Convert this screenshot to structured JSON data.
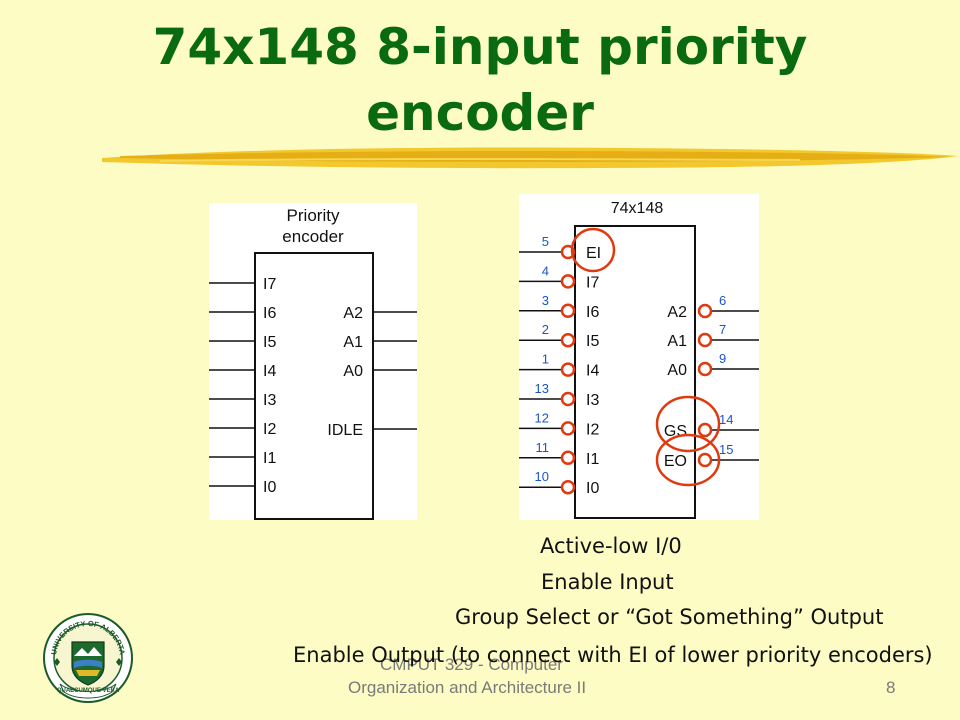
{
  "slide": {
    "title_line1": "74x148 8-input priority",
    "title_line2": "encoder",
    "slide_number": "8",
    "footer_line1": "CMPUT 329 - Computer",
    "footer_line2": "Organization and Architecture II"
  },
  "left_diagram": {
    "label_line1": "Priority",
    "label_line2": "encoder",
    "inputs": [
      "I7",
      "I6",
      "I5",
      "I4",
      "I3",
      "I2",
      "I1",
      "I0"
    ],
    "outputs": [
      "A2",
      "A1",
      "A0",
      "IDLE"
    ]
  },
  "right_diagram": {
    "chip_name": "74x148",
    "inputs": [
      {
        "name": "EI",
        "pin": "5"
      },
      {
        "name": "I7",
        "pin": "4"
      },
      {
        "name": "I6",
        "pin": "3"
      },
      {
        "name": "I5",
        "pin": "2"
      },
      {
        "name": "I4",
        "pin": "1"
      },
      {
        "name": "I3",
        "pin": "13"
      },
      {
        "name": "I2",
        "pin": "12"
      },
      {
        "name": "I1",
        "pin": "11"
      },
      {
        "name": "I0",
        "pin": "10"
      }
    ],
    "outputs": [
      {
        "name": "A2",
        "pin": "6"
      },
      {
        "name": "A1",
        "pin": "7"
      },
      {
        "name": "A0",
        "pin": "9"
      },
      {
        "name": "GS",
        "pin": "14"
      },
      {
        "name": "EO",
        "pin": "15"
      }
    ]
  },
  "captions": [
    "Active-low I/0",
    "Enable Input",
    "Group Select or “Got Something” Output",
    "Enable Output (to connect with EI of lower priority encoders)"
  ],
  "logo": {
    "top_text": "UNIVERSITY OF ALBERTA",
    "motto": "QUAECUMQUE VERA"
  },
  "colors": {
    "title": "#0a6a10",
    "bubble": "#e03a10",
    "pin_number": "#1a55c8",
    "background": "#fcfcc4"
  }
}
